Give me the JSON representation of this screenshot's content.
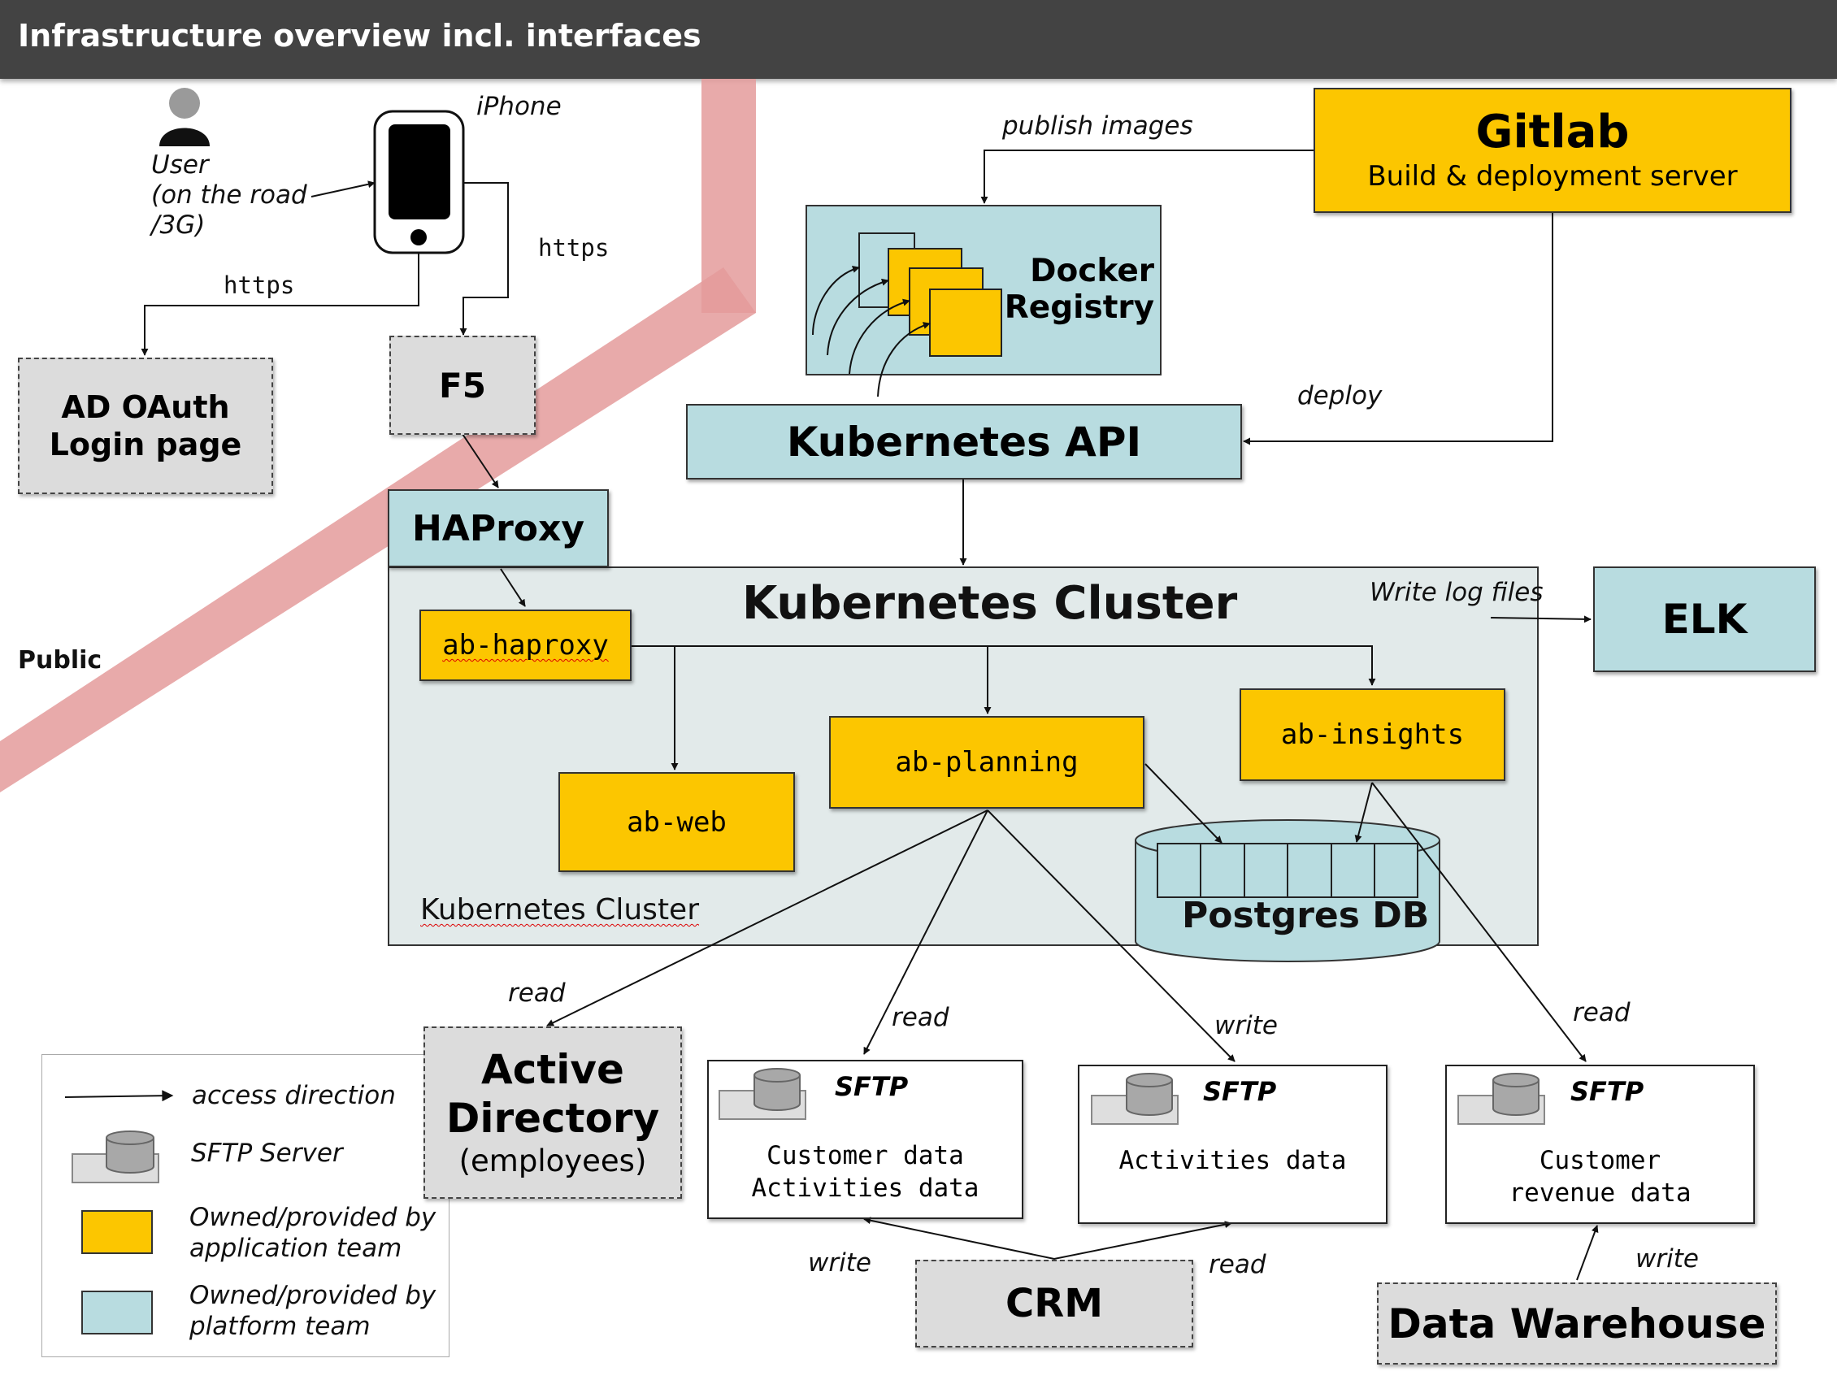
{
  "title": "Infrastructure overview incl. interfaces",
  "colors": {
    "application_team": "#fcc600",
    "platform_team": "#b8dce0",
    "external_system": "#dcdcdc",
    "title_bar": "#434343",
    "public_boundary": "#e49b9b"
  },
  "user": {
    "icon": "person-icon",
    "label": "User",
    "sublabel_1": "(on the road",
    "sublabel_2": "/3G)"
  },
  "iphone": {
    "icon": "smartphone-icon",
    "label": "iPhone"
  },
  "public_label": "Public",
  "nodes": {
    "ad_oauth": {
      "line1": "AD OAuth",
      "line2": "Login page"
    },
    "f5": {
      "label": "F5"
    },
    "haproxy": {
      "label": "HAProxy"
    },
    "gitlab": {
      "title": "Gitlab",
      "subtitle": "Build & deployment server"
    },
    "docker_registry": {
      "line1": "Docker",
      "line2": "Registry"
    },
    "kubernetes_api": {
      "label": "Kubernetes API"
    },
    "kubernetes_cluster": {
      "title": "Kubernetes Cluster",
      "footer": "Kubernetes Cluster"
    },
    "ab_haproxy": {
      "label": "ab-haproxy"
    },
    "ab_web": {
      "label": "ab-web"
    },
    "ab_planning": {
      "label": "ab-planning"
    },
    "ab_insights": {
      "label": "ab-insights"
    },
    "postgres": {
      "label": "Postgres DB"
    },
    "elk": {
      "label": "ELK"
    },
    "active_directory": {
      "line1": "Active",
      "line2": "Directory",
      "line3": "(employees)"
    },
    "sftp_customer": {
      "title": "SFTP",
      "line1": "Customer data",
      "line2": "Activities data"
    },
    "sftp_activities": {
      "title": "SFTP",
      "line1": "Activities data"
    },
    "sftp_revenue": {
      "title": "SFTP",
      "line1": "Customer",
      "line2": "revenue data"
    },
    "crm": {
      "label": "CRM"
    },
    "data_warehouse": {
      "label": "Data Warehouse"
    }
  },
  "edge_labels": {
    "https_oauth": "https",
    "https_f5": "https",
    "publish_images": "publish images",
    "deploy": "deploy",
    "write_log_files": "Write log files",
    "read_ad": "read",
    "read_sftp_customer": "read",
    "write_sftp_activities": "write",
    "read_sftp_revenue": "read",
    "crm_write": "write",
    "crm_read": "read",
    "dw_write": "write"
  },
  "legend": {
    "access_direction": "access direction",
    "sftp_server": "SFTP Server",
    "app_team_1": "Owned/provided by",
    "app_team_2": "application team",
    "platform_team_1": "Owned/provided by",
    "platform_team_2": "platform team"
  }
}
